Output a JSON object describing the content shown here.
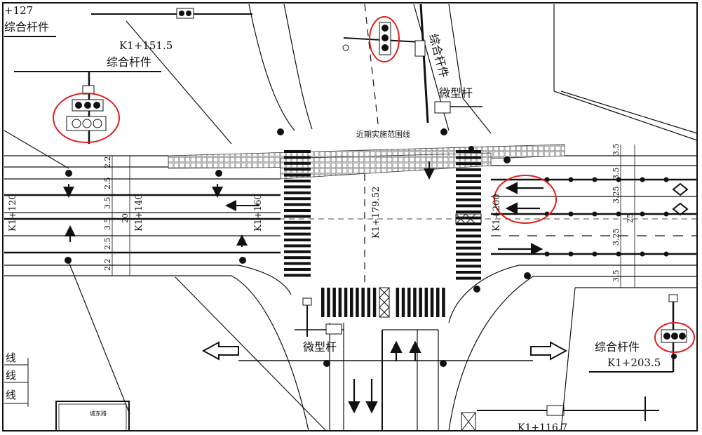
{
  "labels": {
    "top_left_station": "+127",
    "top_left_pole": "综合杆件",
    "pole_a_station": "K1+151.5",
    "pole_a_name": "综合杆件",
    "pole_top_name": "综合杆件",
    "micro_pole_top": "微型杆",
    "boundary_note": "近期实施范围线",
    "center_station": "K1+179.52",
    "left_station_1": "K1+120",
    "left_station_2": "K1+140",
    "left_station_3": "K1+160",
    "right_station": "K1+200",
    "micro_pole_bottom": "微型杆",
    "pole_right_name": "综合杆件",
    "pole_right_station": "K1+203.5",
    "bottom_station": "K1+116.7",
    "left_dim_1": "2.2",
    "left_dim_2": "2.5",
    "left_dim_3": "3.5",
    "left_dim_4": "3.5",
    "left_dim_5": "2.5",
    "left_dim_6": "2.2",
    "left_dim_total": "20",
    "right_dim_1": "3.5",
    "right_dim_2": "3.5",
    "right_dim_3": "3.25",
    "right_dim_4": "3.25",
    "right_dim_5": "3.5",
    "right_dim_total": "25",
    "left_side_1": "线",
    "left_side_2": "线",
    "left_side_3": "线",
    "sign_box": "城东路"
  },
  "colors": {
    "ink": "#111111",
    "highlight": "#e0201c",
    "paving": "#9a9a9a"
  }
}
